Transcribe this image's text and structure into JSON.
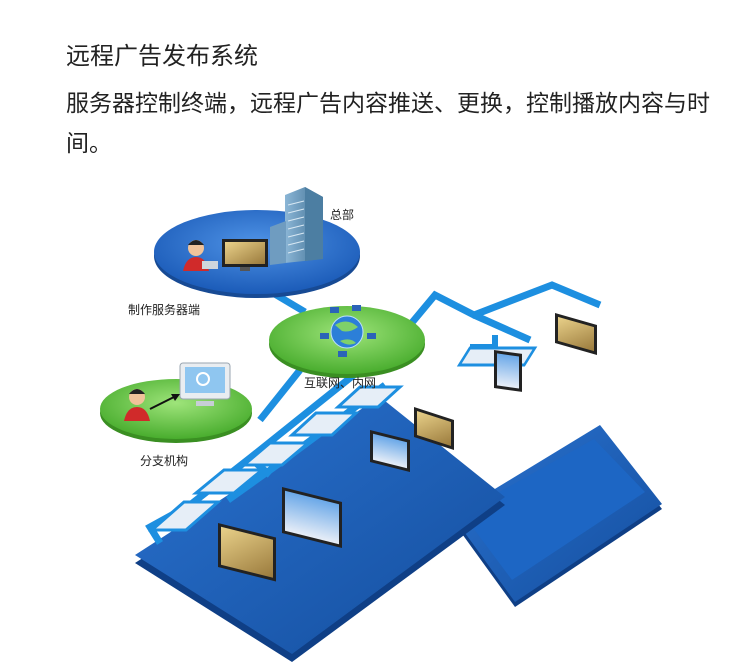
{
  "heading": {
    "title": "远程广告发布系统",
    "description": "服务器控制终端，远程广告内容推送、更换，控制播放内容与时间。"
  },
  "nodes": {
    "hq": "总部",
    "server": "制作服务器端",
    "network": "互联网、内网",
    "branch": "分支机构"
  },
  "colors": {
    "platform_blue": "#1a5fb4",
    "link_blue": "#1d8fe0",
    "green": "#5cbf3c",
    "hq_ellipse": "#2f72c9"
  }
}
